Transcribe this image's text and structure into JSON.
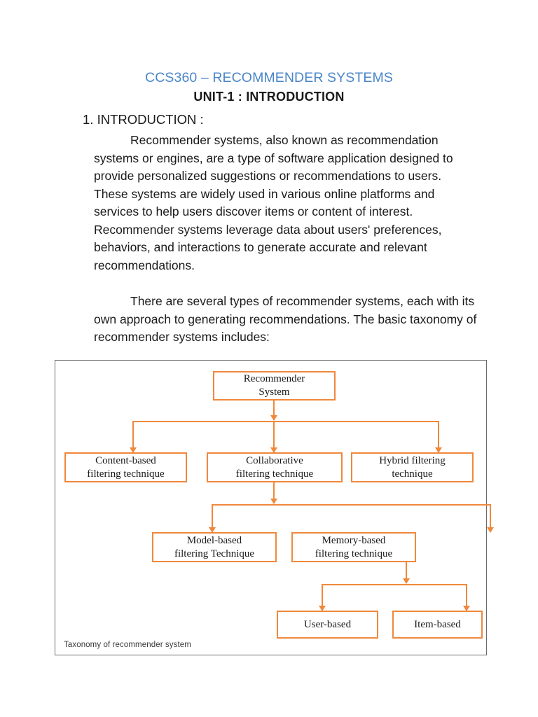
{
  "document": {
    "title": "CCS360 – RECOMMENDER SYSTEMS",
    "subtitle": "UNIT-1 :  INTRODUCTION",
    "section_heading": "1. INTRODUCTION :",
    "paragraphs": [
      "Recommender systems, also known as recommendation systems or engines, are a type of software application designed to provide personalized suggestions or recommendations to users. These systems are widely used in various online platforms and services to help users discover items or content of interest. Recommender systems leverage data about users' preferences, behaviors, and interactions to generate accurate and relevant recommendations.",
      "There are several types of recommender systems, each with its own approach to generating recommendations. The basic taxonomy of recommender systems includes:"
    ]
  },
  "colors": {
    "title_blue": "#4a86c8",
    "node_orange": "#f0883c",
    "frame_gray": "#6b6b6b",
    "body_text": "#1a1a1a"
  },
  "diagram": {
    "caption": "Taxonomy of recommender system",
    "nodes": {
      "root": "Recommender\nSystem",
      "content_based": "Content-based\nfiltering technique",
      "collaborative": "Collaborative\nfiltering technique",
      "hybrid": "Hybrid filtering\ntechnique",
      "model_based": "Model-based\nfiltering Technique",
      "memory_based": "Memory-based\nfiltering technique",
      "user_based": "User-based",
      "item_based": "Item-based"
    }
  }
}
